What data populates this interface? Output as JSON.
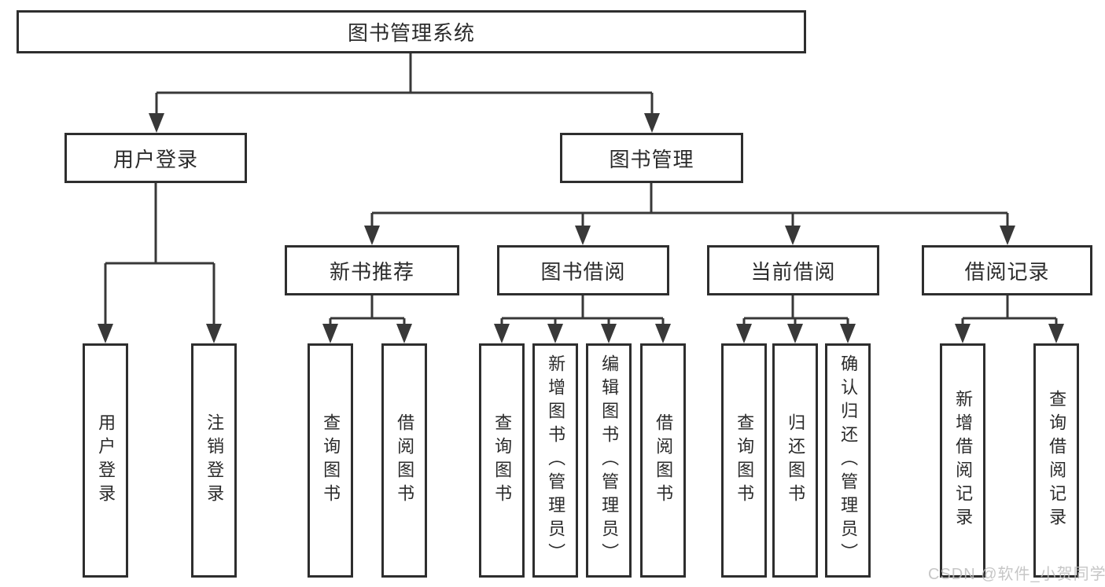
{
  "diagram": {
    "root": {
      "label": "图书管理系统",
      "children": [
        {
          "label": "用户登录",
          "children": [
            {
              "label": "用户登录"
            },
            {
              "label": "注销登录"
            }
          ]
        },
        {
          "label": "图书管理",
          "children": [
            {
              "label": "新书推荐",
              "children": [
                {
                  "label": "查询图书"
                },
                {
                  "label": "借阅图书"
                }
              ]
            },
            {
              "label": "图书借阅",
              "children": [
                {
                  "label": "查询图书"
                },
                {
                  "label": "新增图书（管理员）"
                },
                {
                  "label": "编辑图书（管理员）"
                },
                {
                  "label": "借阅图书"
                }
              ]
            },
            {
              "label": "当前借阅",
              "children": [
                {
                  "label": "查询图书"
                },
                {
                  "label": "归还图书"
                },
                {
                  "label": "确认归还（管理员）"
                }
              ]
            },
            {
              "label": "借阅记录",
              "children": [
                {
                  "label": "新增借阅记录"
                },
                {
                  "label": "查询借阅记录"
                }
              ]
            }
          ]
        }
      ]
    }
  },
  "watermark": {
    "text": "CSDN @软件_小贺同学"
  },
  "colors": {
    "line": "#383838",
    "border": "#2e2e2e",
    "text": "#2b2b2b",
    "box_bg": "#ffffff",
    "page_bg": "#ffffff",
    "watermark": "#bdbdbd"
  }
}
